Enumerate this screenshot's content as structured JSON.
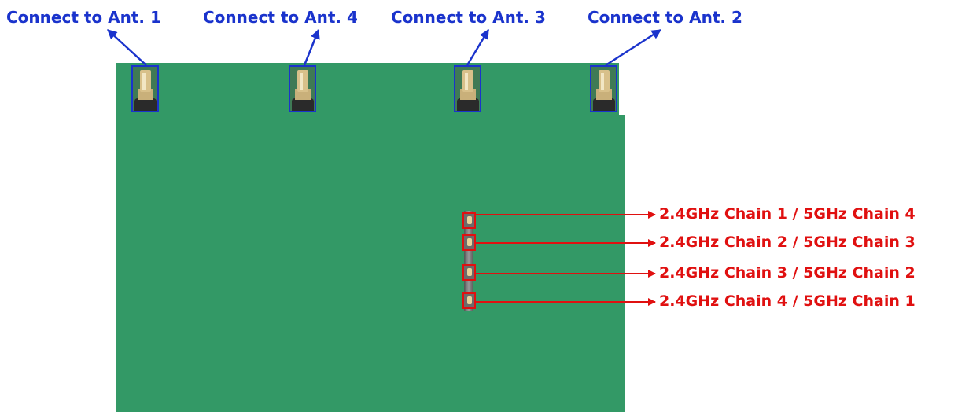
{
  "antenna_labels": {
    "ant1": "Connect to Ant. 1",
    "ant4": "Connect to Ant. 4",
    "ant3": "Connect to Ant. 3",
    "ant2": "Connect to Ant. 2"
  },
  "chain_labels": [
    "2.4GHz Chain 1 / 5GHz Chain 4",
    "2.4GHz Chain 2 / 5GHz Chain 3",
    "2.4GHz Chain 3 / 5GHz Chain 2",
    "2.4GHz Chain 4 / 5GHz Chain 1"
  ],
  "colors": {
    "board": "#339966",
    "antenna_callout": "#1a33cc",
    "chain_callout": "#e01010"
  }
}
